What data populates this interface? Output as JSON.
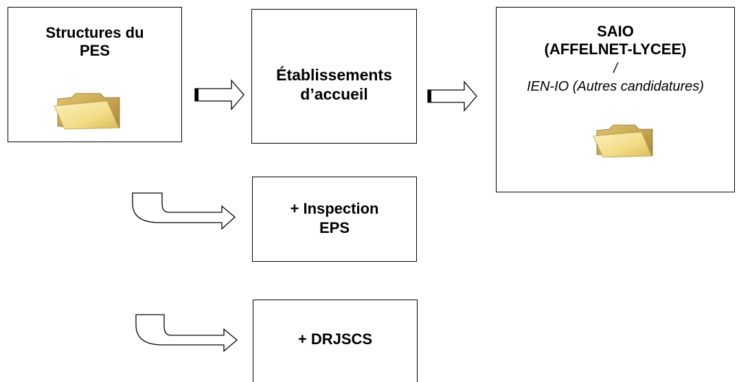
{
  "boxes": {
    "pes": {
      "line1": "Structures du",
      "line2": "PES"
    },
    "etab": {
      "line1": "Établissements",
      "line2": "d’accueil"
    },
    "saio": {
      "line1": "SAIO",
      "line2": "(AFFELNET-LYCEE)",
      "line3": "/",
      "line4": "IEN-IO (Autres candidatures)"
    },
    "inspection": {
      "line1": "+ Inspection",
      "line2": "EPS"
    },
    "drjscs": {
      "line1": "+ DRJSCS"
    }
  },
  "icons": [
    "folder-icon",
    "arrow-right-icon",
    "curved-arrow-icon"
  ],
  "colors": {
    "folder_light": "#f7e9a6",
    "folder_dark": "#c9a84a",
    "line": "#000000"
  }
}
